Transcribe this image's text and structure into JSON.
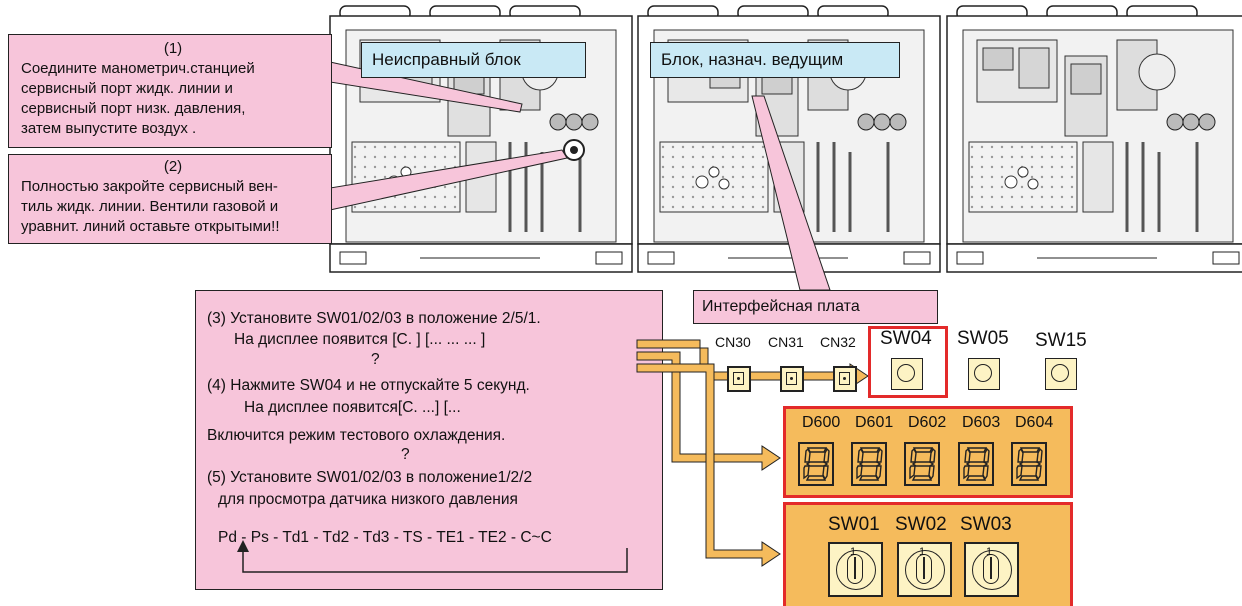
{
  "callouts": {
    "c1": {
      "num": "(1)",
      "lines": [
        "Соедините манометрич.станцией",
        "сервисный порт жидк. линии и",
        "сервисный порт низк. давления,",
        "затем выпустите воздух ."
      ]
    },
    "c2": {
      "num": "(2)",
      "lines": [
        "Полностью закройте сервисный вен-",
        "тиль жидк. линии. Вентили газовой и",
        "уравнит. линий оставьте открытыми!!"
      ]
    }
  },
  "labels": {
    "faulty_unit": "Неисправный блок",
    "master_unit": "Блок, назнач. ведущим",
    "interface_board": "Интерфейсная плата"
  },
  "instructions": {
    "l1": "(3) Установите SW01/02/03 в положение 2/5/1.",
    "l2": "На дисплее появится  [C. ] [... ... ... ]",
    "l3": "?",
    "l4": "(4) Нажмите SW04 и не отпускайте 5 секунд.",
    "l5": "На дисплее появится[C.  ...] [...",
    "l6": "Включится режим тестового охлаждения.",
    "l7": "?",
    "l8": "(5) Установите SW01/02/03 в положение1/2/2",
    "l9": "для просмотра датчика низкого давления",
    "sequence": "Pd - Ps - Td1 - Td2 - Td3 - TS - TE1 - TE2 - C~C"
  },
  "connectors": [
    "CN30",
    "CN31",
    "CN32"
  ],
  "buttons": [
    "SW04",
    "SW05",
    "SW15"
  ],
  "displays": [
    "D600",
    "D601",
    "D602",
    "D603",
    "D604"
  ],
  "display_digit": "8",
  "rotary_switches": [
    "SW01",
    "SW02",
    "SW03"
  ],
  "rotary_mark": "1",
  "colors": {
    "pink": "#f7c5da",
    "blue": "#c9e9f5",
    "orange": "#f5bb5c",
    "red": "#e32a2a",
    "yellow": "#fdf3c4"
  }
}
